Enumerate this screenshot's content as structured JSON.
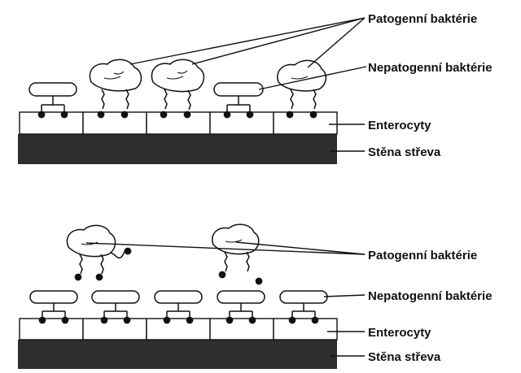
{
  "top_panel": {
    "labels": {
      "pathogenic": "Patogenní baktérie",
      "nonpathogenic": "Nepatogenní baktérie",
      "enterocytes": "Enterocyty",
      "gut_wall": "Stěna střeva"
    }
  },
  "bottom_panel": {
    "labels": {
      "pathogenic": "Patogenní baktérie",
      "nonpathogenic": "Nepatogenní baktérie",
      "enterocytes": "Enterocyty",
      "gut_wall": "Stěna střeva"
    }
  },
  "colors": {
    "ink": "#111111",
    "gut_wall": "#2e2e2e",
    "cell_fill": "#ffffff",
    "background": "#ffffff"
  }
}
